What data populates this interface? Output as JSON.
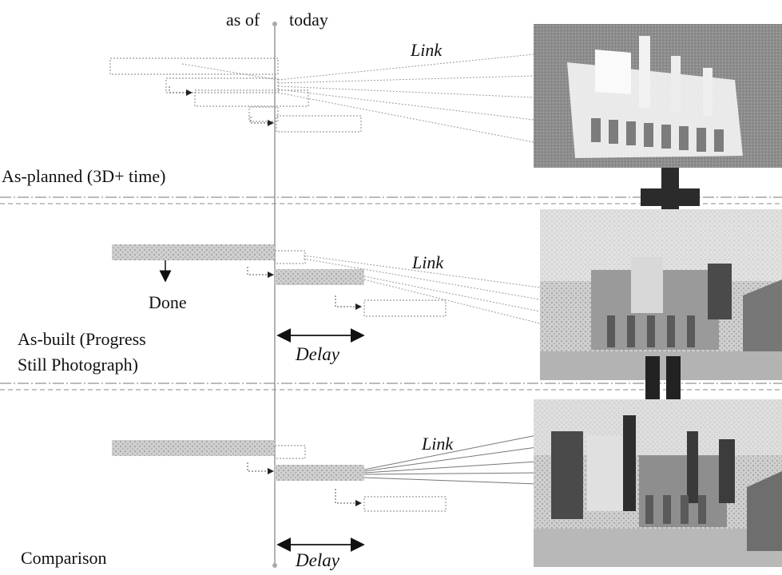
{
  "header": {
    "as_of": "as of",
    "today": "today"
  },
  "sections": {
    "planned": {
      "title": "As-planned (3D+ time)",
      "link_label": "Link"
    },
    "built": {
      "title_line1": "As-built (Progress",
      "title_line2": "Still Photograph)",
      "link_label": "Link",
      "done_label": "Done",
      "delay_label": "Delay"
    },
    "comparison": {
      "title": "Comparison",
      "link_label": "Link",
      "delay_label": "Delay"
    }
  },
  "operators": {
    "plus": "plus-symbol",
    "equals": "equals-symbol"
  },
  "colors": {
    "done_bar": "#bdbdbd",
    "dotted_bar": "#9a9a9a",
    "timeline": "#9a9a9a",
    "photo_bg": "#9c9c9c"
  }
}
